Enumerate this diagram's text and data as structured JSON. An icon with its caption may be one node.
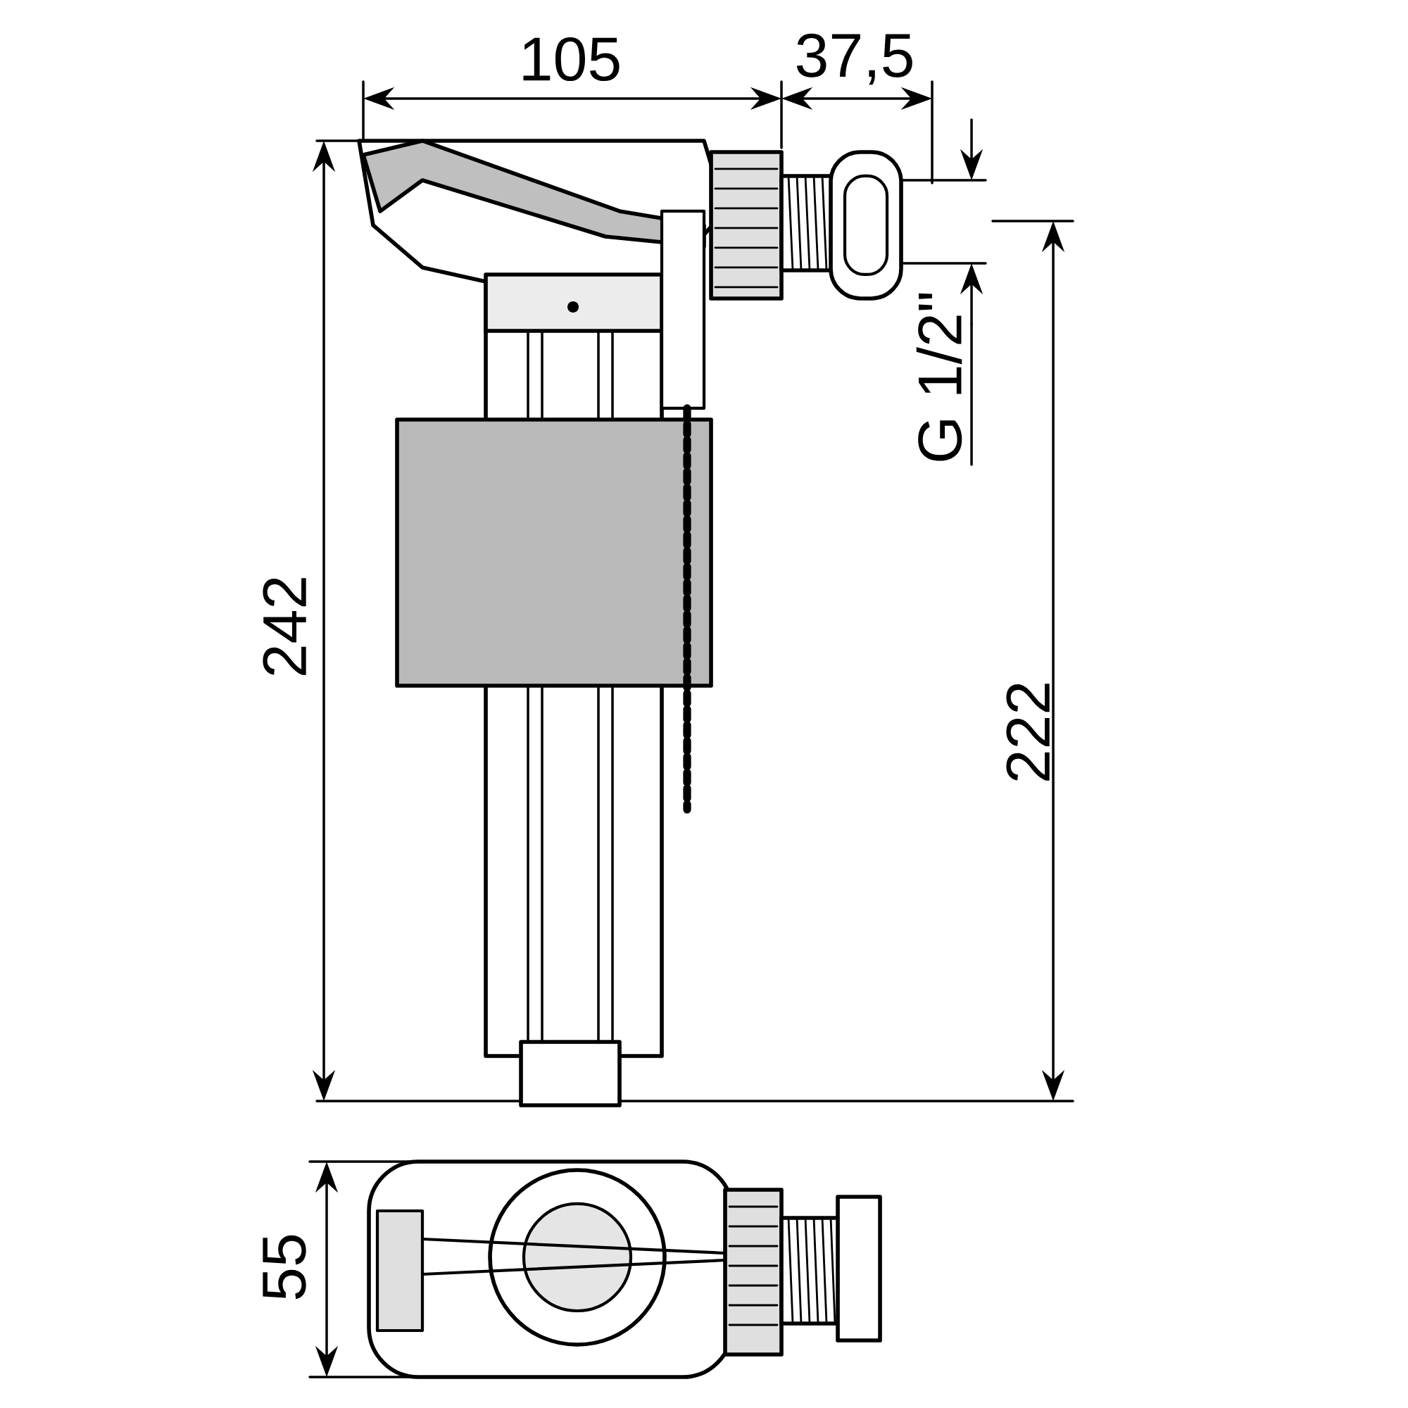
{
  "diagram": {
    "labels": [
      "105",
      "37,5",
      "G 1/2\"",
      "242",
      "222",
      "55"
    ]
  }
}
